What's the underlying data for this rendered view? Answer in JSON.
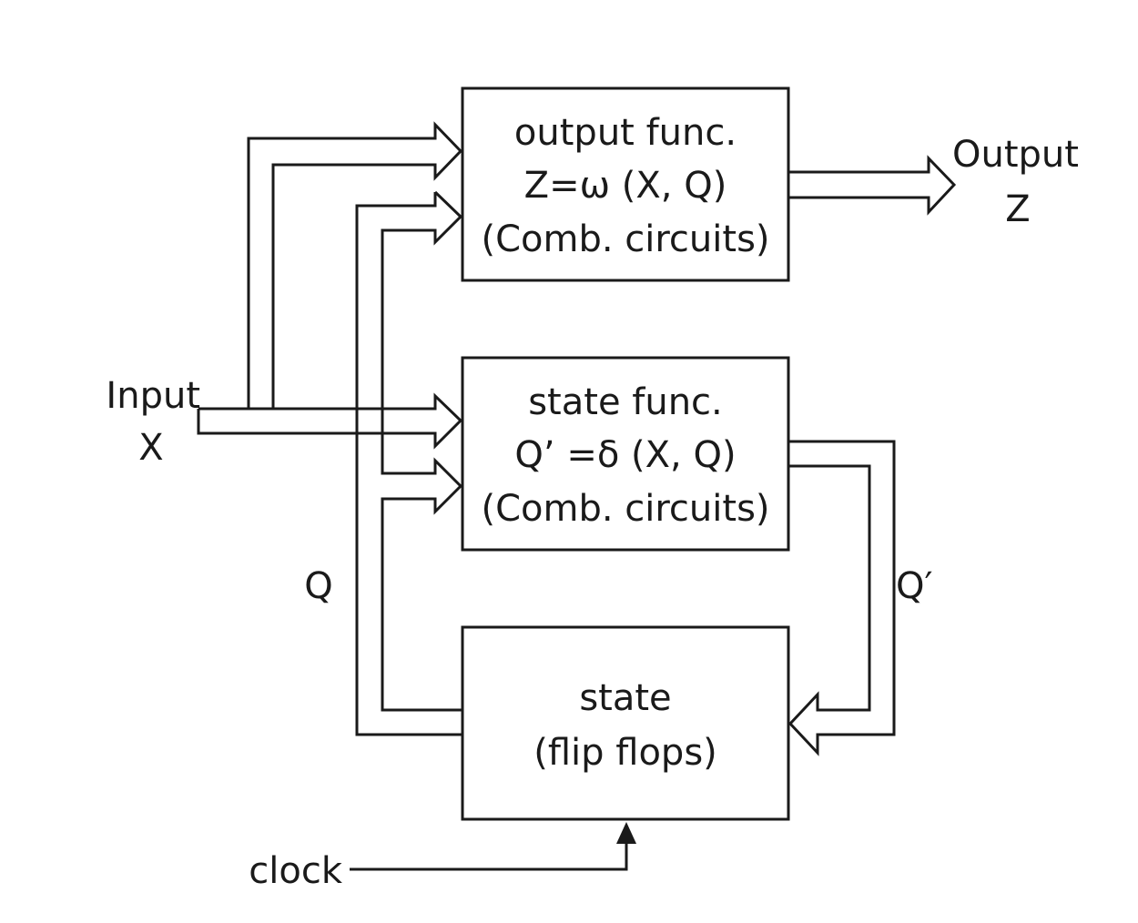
{
  "blocks": {
    "output_func": {
      "line1": "output func.",
      "line2": "Z=ω (X, Q)",
      "line3": "(Comb. circuits)"
    },
    "state_func": {
      "line1": "state func.",
      "line2": "Q’ =δ (X, Q)",
      "line3": "(Comb. circuits)"
    },
    "state": {
      "line1": "state",
      "line2": "(flip flops)"
    }
  },
  "signals": {
    "input_line1": "Input",
    "input_line2": "X",
    "output_line1": "Output",
    "output_line2": "Z",
    "q": "Q",
    "q_next": "Q′",
    "clock": "clock"
  },
  "colors": {
    "line": "#1a1a1a",
    "background": "#ffffff"
  }
}
